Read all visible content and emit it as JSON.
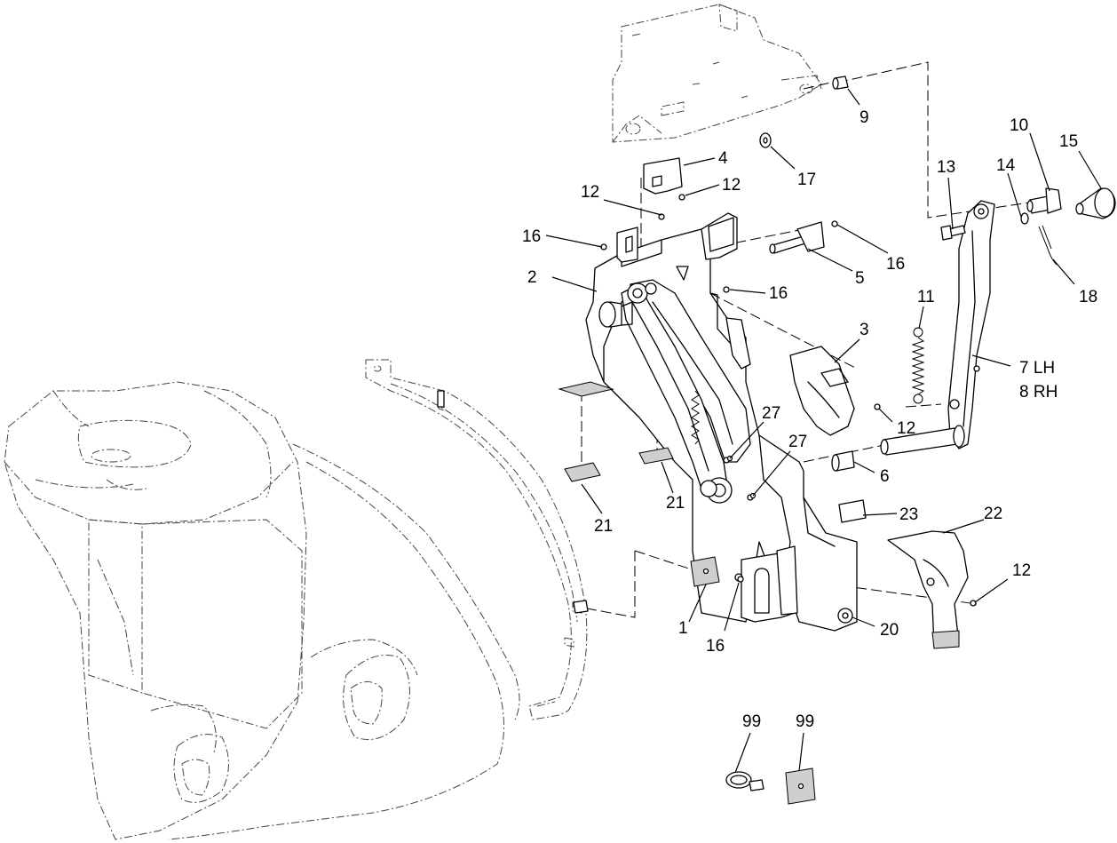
{
  "callouts": {
    "c1": "1",
    "c2": "2",
    "c3": "3",
    "c4": "4",
    "c5": "5",
    "c6": "6",
    "c7": "7 LH",
    "c8": "8 RH",
    "c9": "9",
    "c10": "10",
    "c11": "11",
    "c12a": "12",
    "c12b": "12",
    "c12c": "12",
    "c12d": "12",
    "c13": "13",
    "c14": "14",
    "c15": "15",
    "c16a": "16",
    "c16b": "16",
    "c16c": "16",
    "c16d": "16",
    "c17": "17",
    "c18": "18",
    "c20": "20",
    "c21a": "21",
    "c21b": "21",
    "c22": "22",
    "c23": "23",
    "c27a": "27",
    "c27b": "27",
    "c99a": "99",
    "c99b": "99"
  }
}
